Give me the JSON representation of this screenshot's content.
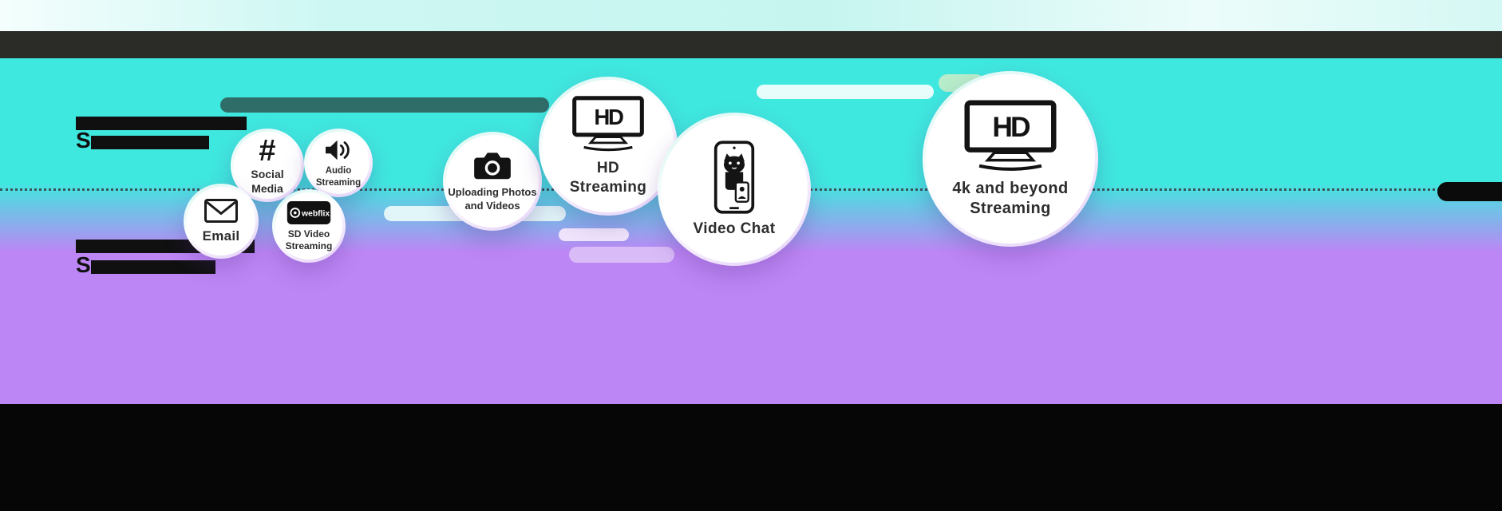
{
  "palette": {
    "cyan_bg": "#3fe8df",
    "purple_bg": "#bc86f4",
    "top_strip": "#cdf7f3",
    "header_bar": "#2b2b28",
    "footer_bar": "#060606",
    "bubble_fill": "#ffffff",
    "pill_dark_teal": "#2a3e3a",
    "pill_lavender": "#d9bcf7",
    "pill_white": "#f0fefd",
    "pill_mint": "#b7edca",
    "ink": "#1a1a1a"
  },
  "redacted_headings": {
    "top_prefix": "S",
    "bottom_prefix": "S"
  },
  "bubbles": [
    {
      "id": "email",
      "label": "Email",
      "icon": "envelope-icon"
    },
    {
      "id": "social-media",
      "label": "Social\nMedia",
      "icon": "hashtag-icon",
      "hash_glyph": "#"
    },
    {
      "id": "audio-streaming",
      "label": "Audio\nStreaming",
      "icon": "speaker-icon"
    },
    {
      "id": "sd-video-streaming",
      "label": "SD Video\nStreaming",
      "icon": "webflix-logo-icon",
      "logo_text": "webflix"
    },
    {
      "id": "uploading-photos",
      "label": "Uploading Photos\nand Videos",
      "icon": "camera-icon"
    },
    {
      "id": "hd-streaming",
      "label": "HD\nStreaming",
      "icon": "hd-tv-icon",
      "icon_text": "HD"
    },
    {
      "id": "video-chat",
      "label": "Video Chat",
      "icon": "video-chat-phone-icon"
    },
    {
      "id": "4k-streaming",
      "label": "4k and beyond\nStreaming",
      "icon": "hd-tv-icon",
      "icon_text": "HD"
    }
  ]
}
